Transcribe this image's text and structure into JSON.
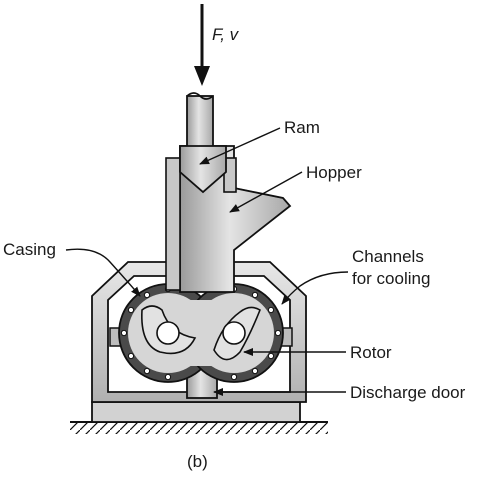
{
  "labels": {
    "force": "F, v",
    "ram": "Ram",
    "hopper": "Hopper",
    "casing": "Casing",
    "channels_line1": "Channels",
    "channels_line2": "for cooling",
    "rotor": "Rotor",
    "discharge": "Discharge door",
    "caption": "(b)"
  },
  "colors": {
    "metal_light": "#d6d6d6",
    "metal_mid": "#b4b4b4",
    "casing_dark": "#4a4a4a",
    "outline": "#111111"
  }
}
